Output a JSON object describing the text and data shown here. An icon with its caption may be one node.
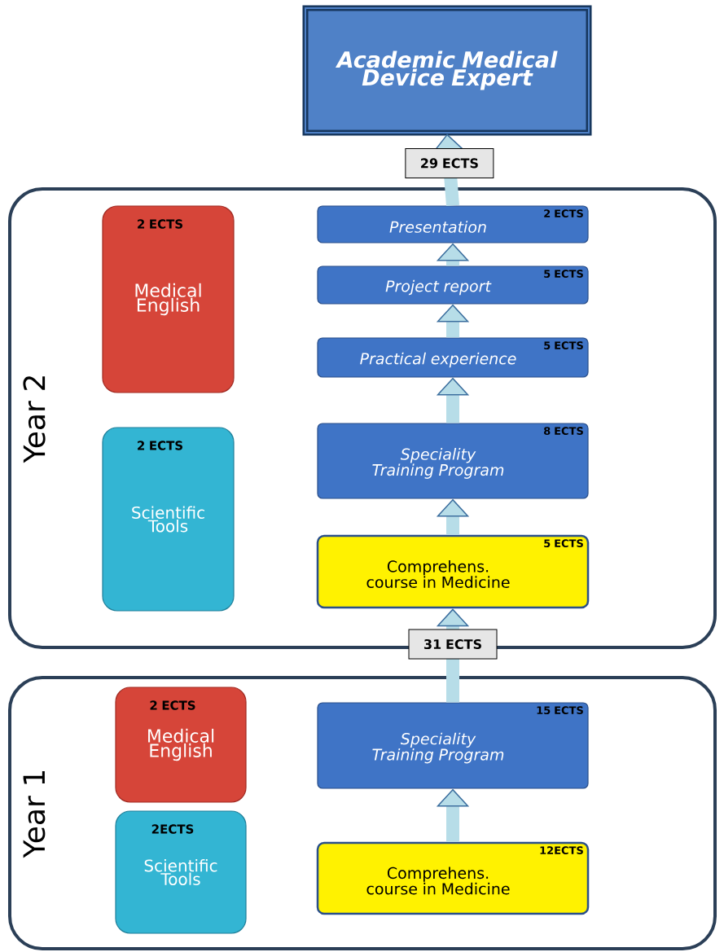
{
  "diagram": {
    "nodes": [
      {
        "text": [
          "Academic Medical Device Expert"
        ]
      },
      {
        "text": [
          "Year 2"
        ]
      },
      {
        "text": [
          "2 ECTS",
          "Medical English"
        ],
        "in": 1
      },
      {
        "text": [
          "2 ECTS",
          "Scientific Tools"
        ],
        "in": 1
      },
      {
        "text": [
          "2 ECTS",
          "Presentation"
        ],
        "in": 1
      },
      {
        "text": [
          "5 ECTS",
          "Project report"
        ],
        "in": 1
      },
      {
        "text": [
          "5 ECTS",
          "Practical experience"
        ],
        "in": 1
      },
      {
        "text": [
          "8 ECTS",
          "Speciality Training Program"
        ],
        "in": 1
      },
      {
        "text": [
          "5 ECTS",
          "Comprehens. course in Medicine"
        ],
        "in": 1
      },
      {
        "text": [
          "Year 1"
        ]
      },
      {
        "text": [
          "2 ECTS",
          "Medical English"
        ],
        "in": 9
      },
      {
        "text": [
          "2ECTS",
          "Scientific Tools"
        ],
        "in": 9
      },
      {
        "text": [
          "15 ECTS",
          "Speciality Training Program"
        ],
        "in": 9
      },
      {
        "text": [
          "12ECTS",
          "Comprehens. course in Medicine"
        ],
        "in": 9
      }
    ],
    "edges": [
      {
        "from": 13,
        "to": 12,
        "arrow": "to"
      },
      {
        "from": 12,
        "to": 8,
        "arrow": "to",
        "label": "31 ECTS"
      },
      {
        "from": 8,
        "to": 7,
        "arrow": "to"
      },
      {
        "from": 7,
        "to": 6,
        "arrow": "to"
      },
      {
        "from": 6,
        "to": 5,
        "arrow": "to"
      },
      {
        "from": 5,
        "to": 4,
        "arrow": "to"
      },
      {
        "from": 4,
        "to": 0,
        "arrow": "to",
        "label": "29 ECTS"
      }
    ]
  }
}
